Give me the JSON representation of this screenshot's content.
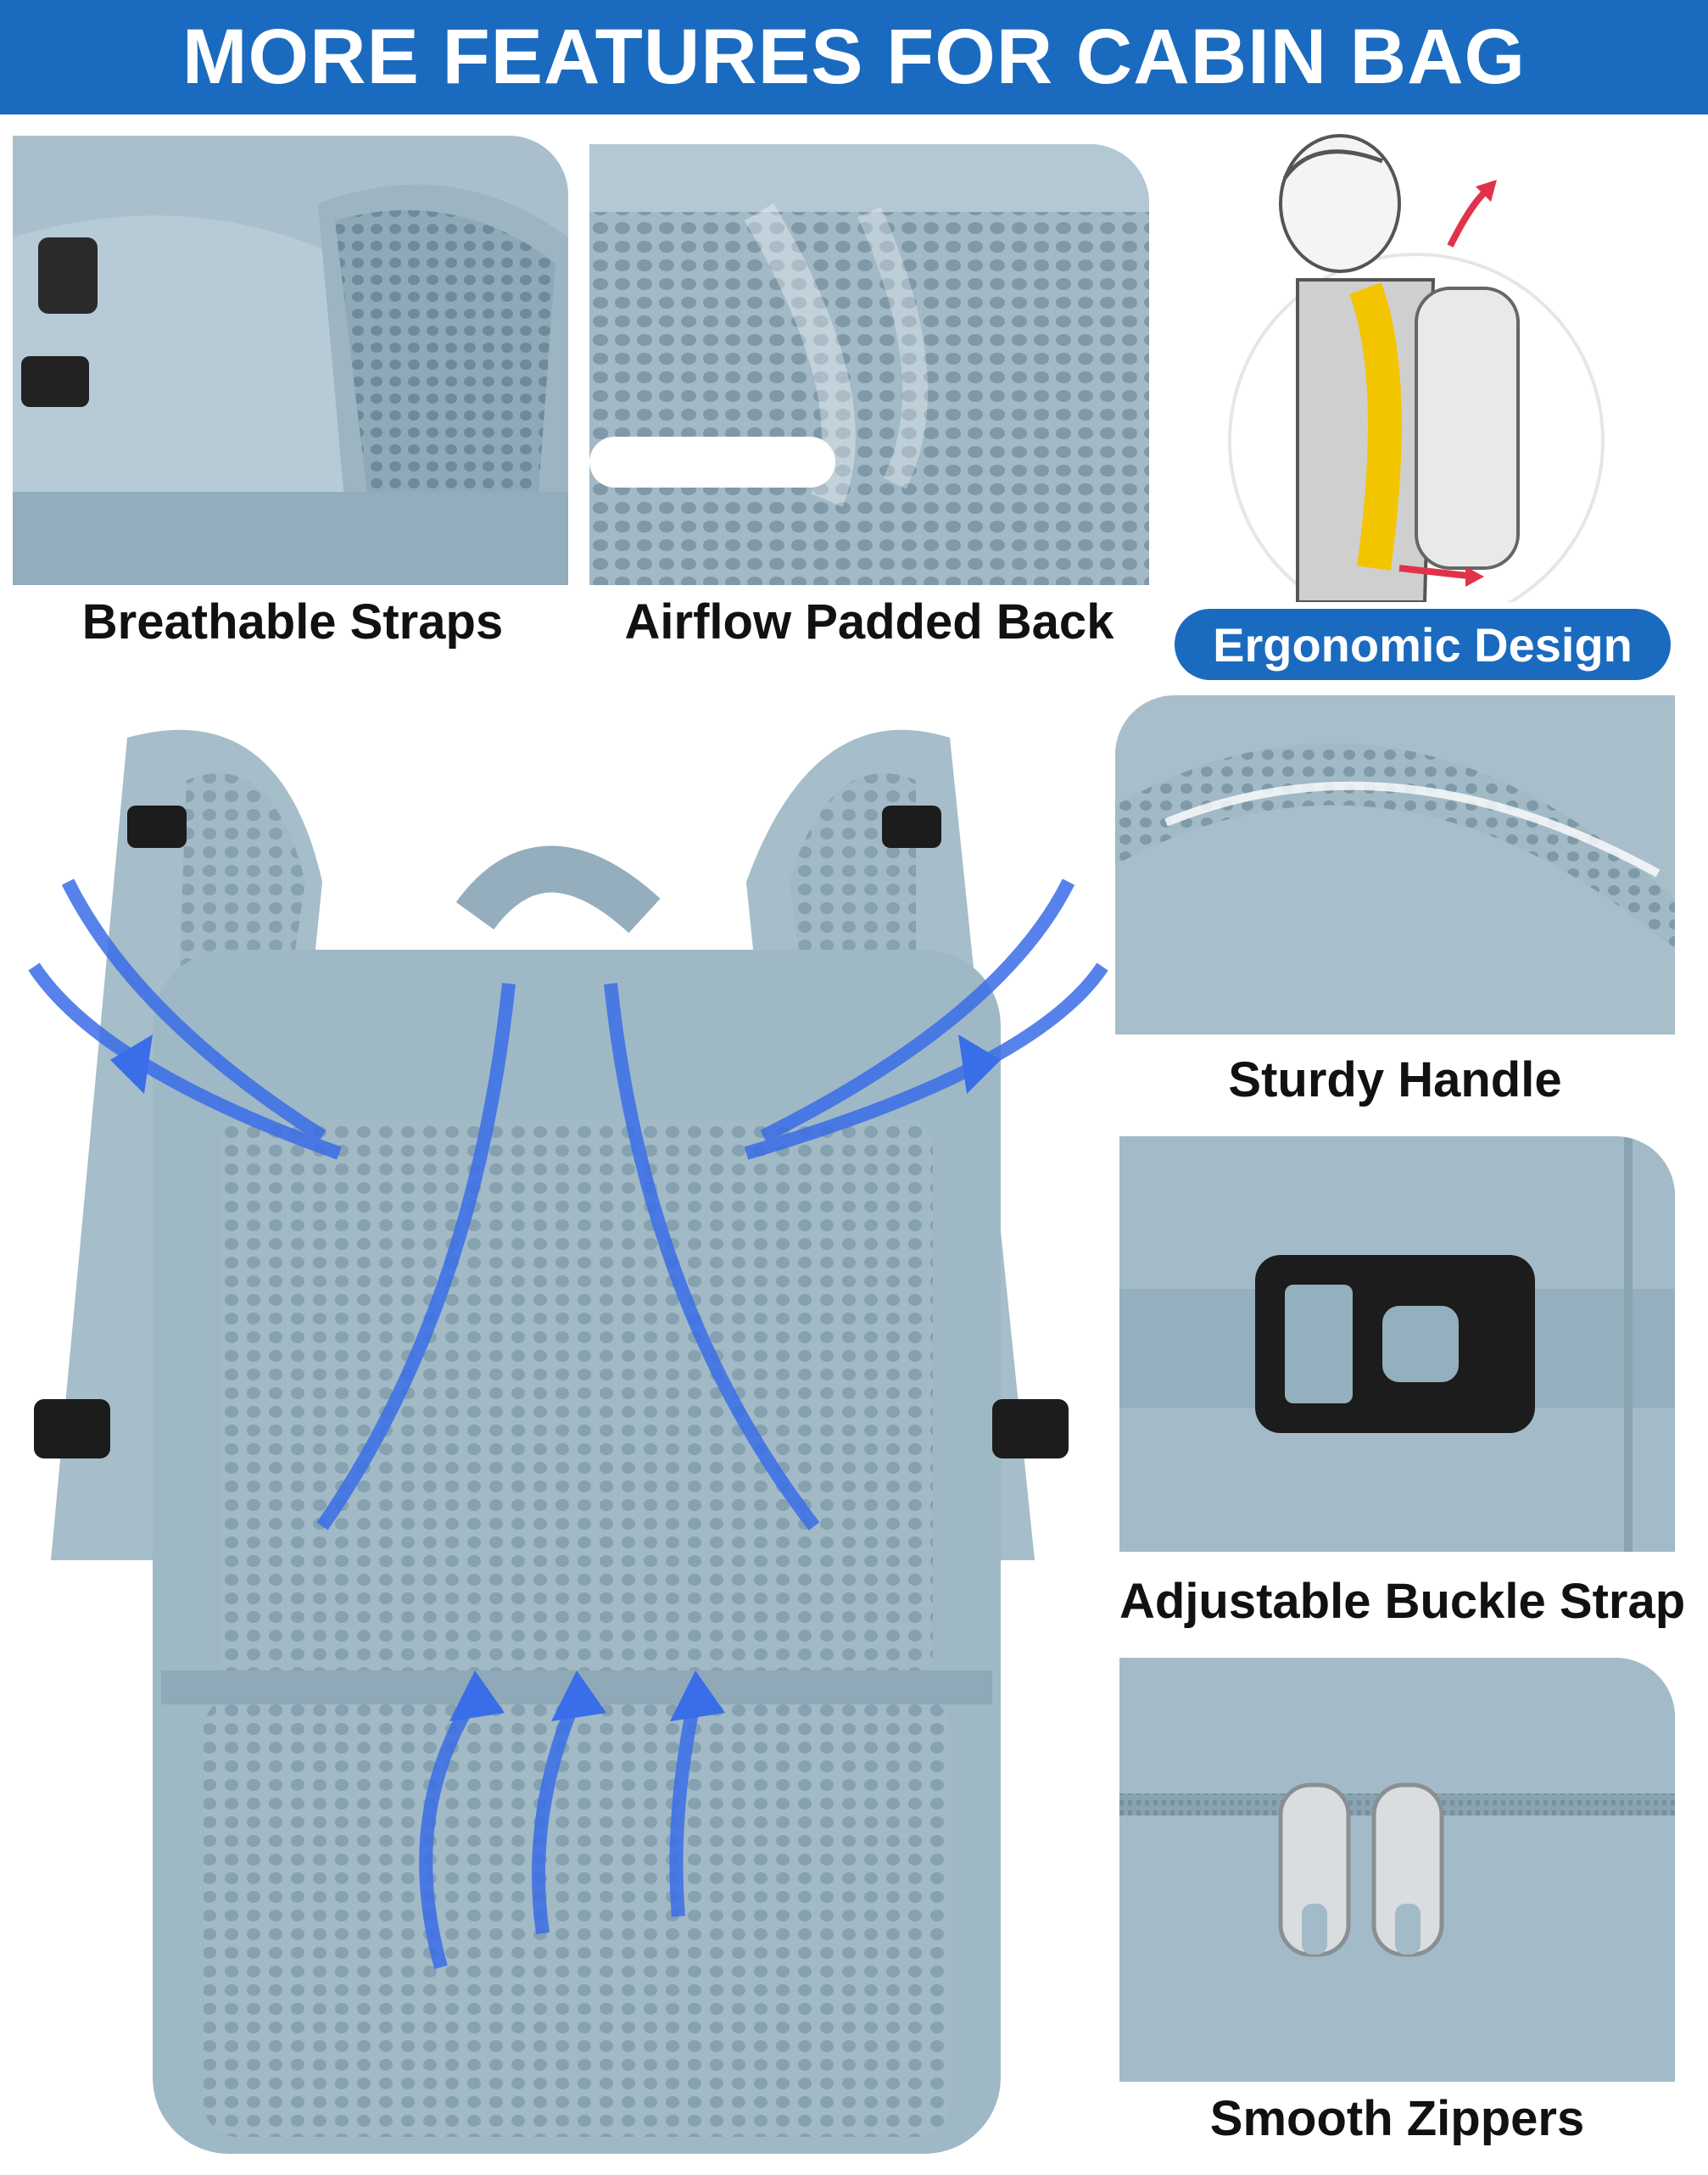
{
  "header": {
    "title": "MORE FEATURES FOR CABIN BAG"
  },
  "features": {
    "straps": {
      "label": "Breathable Straps",
      "image_icon": "mesh-strap-icon"
    },
    "airflow": {
      "label": "Airflow Padded Back",
      "image_icon": "airflow-mesh-icon"
    },
    "ergonomic": {
      "label": "Ergonomic Design",
      "image_icon": "spine-backpack-icon"
    },
    "handle": {
      "label": "Sturdy Handle",
      "image_icon": "handle-icon"
    },
    "buckle": {
      "label": "Adjustable Buckle Strap",
      "image_icon": "buckle-icon"
    },
    "zippers": {
      "label": "Smooth Zippers",
      "image_icon": "zipper-icon"
    }
  },
  "colors": {
    "brand_blue": "#1a6bbf",
    "bag_blue": "#9cb6c4",
    "airflow_arrow": "#3a6de8",
    "airflow_arrow_red": "#e0334a"
  }
}
